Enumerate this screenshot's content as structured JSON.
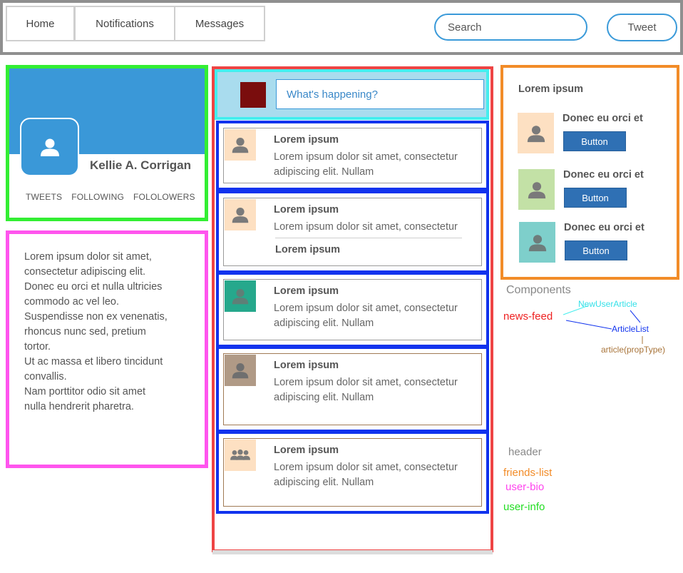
{
  "header": {
    "nav": [
      "Home",
      "Notifications",
      "Messages"
    ],
    "search_placeholder": "Search",
    "tweet_label": "Tweet"
  },
  "user_info": {
    "name": "Kellie A. Corrigan",
    "stats": [
      "TWEETS",
      "FOLLOWING",
      "FOLOLOWERS"
    ]
  },
  "user_bio": {
    "lines": [
      "Lorem ipsum dolor sit amet,",
      "consectetur adipiscing elit.",
      "Donec eu orci et nulla ultricies",
      "commodo ac vel leo.",
      "Suspendisse non ex venenatis,",
      "rhoncus nunc sed, pretium",
      "tortor.",
      "Ut ac massa et libero tincidunt",
      "convallis.",
      "Nam porttitor odio sit amet",
      "nulla hendrerit pharetra."
    ]
  },
  "news_feed": {
    "new_article_placeholder": "What's happening?",
    "articles": [
      {
        "title": "Lorem ipsum",
        "body_line1": "Lorem ipsum dolor sit amet, consectetur",
        "body_line2": "adipiscing elit. Nullam",
        "thumb_color": "#fde0c2",
        "icon": "person-icon"
      },
      {
        "title": "Lorem ipsum",
        "body_line1": "Lorem ipsum dolor sit amet, consectetur",
        "sub_title": "Lorem ipsum",
        "thumb_color": "#fde0c2",
        "icon": "person-icon"
      },
      {
        "title": "Lorem ipsum",
        "body_line1": "Lorem ipsum dolor sit amet, consectetur",
        "body_line2": "adipiscing elit. Nullam",
        "thumb_color": "#26a88c",
        "icon": "person-icon"
      },
      {
        "title": "Lorem ipsum",
        "body_line1": "Lorem ipsum dolor sit amet, consectetur",
        "body_line2": "adipiscing elit. Nullam",
        "thumb_color": "#b09a86",
        "icon": "person-icon"
      },
      {
        "title": "Lorem ipsum",
        "body_line1": "Lorem ipsum dolor sit amet, consectetur",
        "body_line2": "adipiscing elit. Nullam",
        "thumb_color": "#fde0c2",
        "icon": "group-icon"
      }
    ]
  },
  "friends_list": {
    "title": "Lorem ipsum",
    "friends": [
      {
        "name": "Donec eu orci et",
        "button": "Button",
        "avatar_color": "#fde0c2"
      },
      {
        "name": "Donec eu orci et",
        "button": "Button",
        "avatar_color": "#c3e1a6"
      },
      {
        "name": "Donec eu orci et",
        "button": "Button",
        "avatar_color": "#7ecfcb"
      }
    ]
  },
  "legend": {
    "components": "Components",
    "news_feed": "news-feed",
    "new_user_article": "NewUserArticle",
    "article_list": "ArticleList",
    "article": "article(propType)",
    "header": "header",
    "friends_list": "friends-list",
    "user_bio": "user-bio",
    "user_info": "user-info"
  },
  "colors": {
    "header_border": "#8f8f8f",
    "user_info_border": "#33ee33",
    "user_bio_border": "#ff55ee",
    "news_feed_border": "#ee4444",
    "new_article_border": "#44eeee",
    "article_list_border": "#1133ee",
    "friends_list_border": "#f28c28",
    "brand_blue": "#3a98d8"
  }
}
